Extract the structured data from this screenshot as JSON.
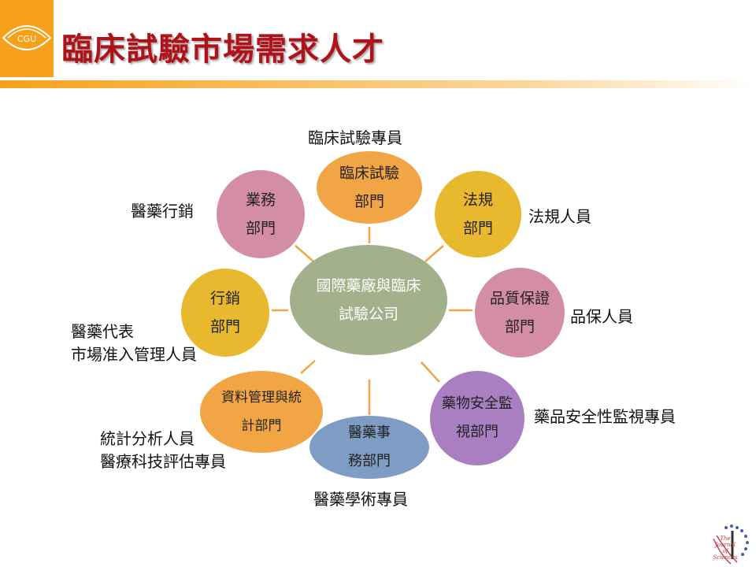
{
  "header": {
    "title": "臨床試驗市場需求人才",
    "logo_text": "CGU"
  },
  "center": {
    "label": "國際藥廠與臨床試驗公司",
    "color": "#a2b08c"
  },
  "nodes": [
    {
      "label": "臨床試驗部門",
      "color": "#f2a544",
      "role": "臨床試驗專員"
    },
    {
      "label": "法規部門",
      "color": "#e8b92e",
      "role": "法規人員"
    },
    {
      "label": "品質保證部門",
      "color": "#d48ea4",
      "role": "品保人員"
    },
    {
      "label": "藥物安全監視部門",
      "color": "#a97fc2",
      "role": "藥品安全性監視專員"
    },
    {
      "label": "醫藥事務部門",
      "color": "#7e9cc4",
      "role": "醫藥學術專員"
    },
    {
      "label": "資料管理與統計部門",
      "color": "#f2a544",
      "role_lines": [
        "統計分析人員",
        "醫療科技評估專員"
      ]
    },
    {
      "label": "行銷部門",
      "color": "#e8b92e",
      "role_lines": [
        "醫藥代表",
        "市場准入管理人員"
      ]
    },
    {
      "label": "業務部門",
      "color": "#d48ea4",
      "role": "醫藥行銷"
    }
  ],
  "footer": {
    "badge_text": "The Journal of Sciences"
  }
}
